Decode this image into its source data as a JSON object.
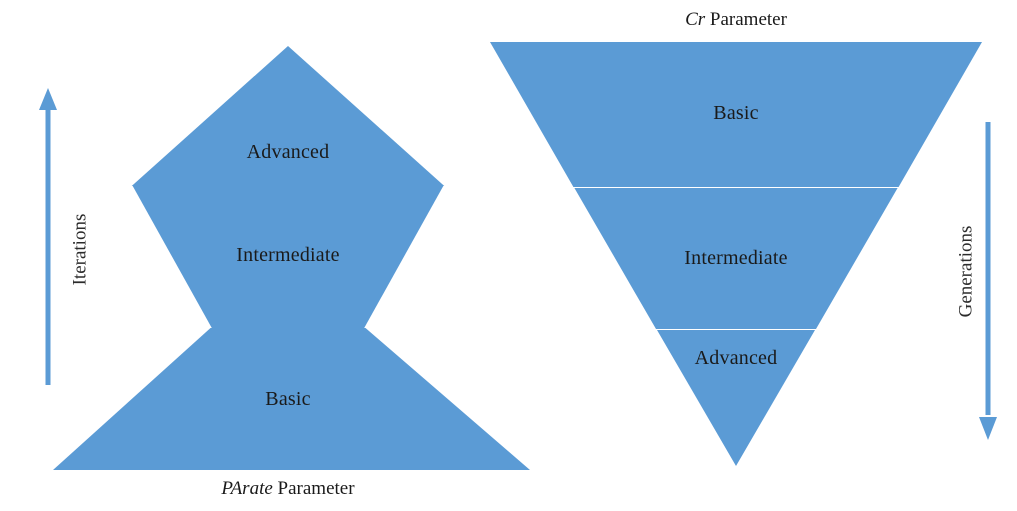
{
  "figure": {
    "background_color": "#ffffff",
    "shape_fill_color": "#5B9BD5",
    "divider_color": "#ffffff",
    "text_color": "#1a1a1a",
    "arrow_color": "#5B9BD5"
  },
  "left_pyramid": {
    "orientation": "upright",
    "caption_prefix": "PArate",
    "caption_suffix": " Parameter",
    "tiers": [
      {
        "label": "Advanced"
      },
      {
        "label": "Intermediate"
      },
      {
        "label": "Basic"
      }
    ],
    "axis": {
      "label": "Iterations",
      "direction": "up",
      "icon": "arrow-up-icon"
    }
  },
  "right_pyramid": {
    "orientation": "inverted",
    "caption_prefix": "Cr",
    "caption_suffix": " Parameter",
    "tiers": [
      {
        "label": "Basic"
      },
      {
        "label": "Intermediate"
      },
      {
        "label": "Advanced"
      }
    ],
    "axis": {
      "label": "Generations",
      "direction": "down",
      "icon": "arrow-down-icon"
    }
  }
}
